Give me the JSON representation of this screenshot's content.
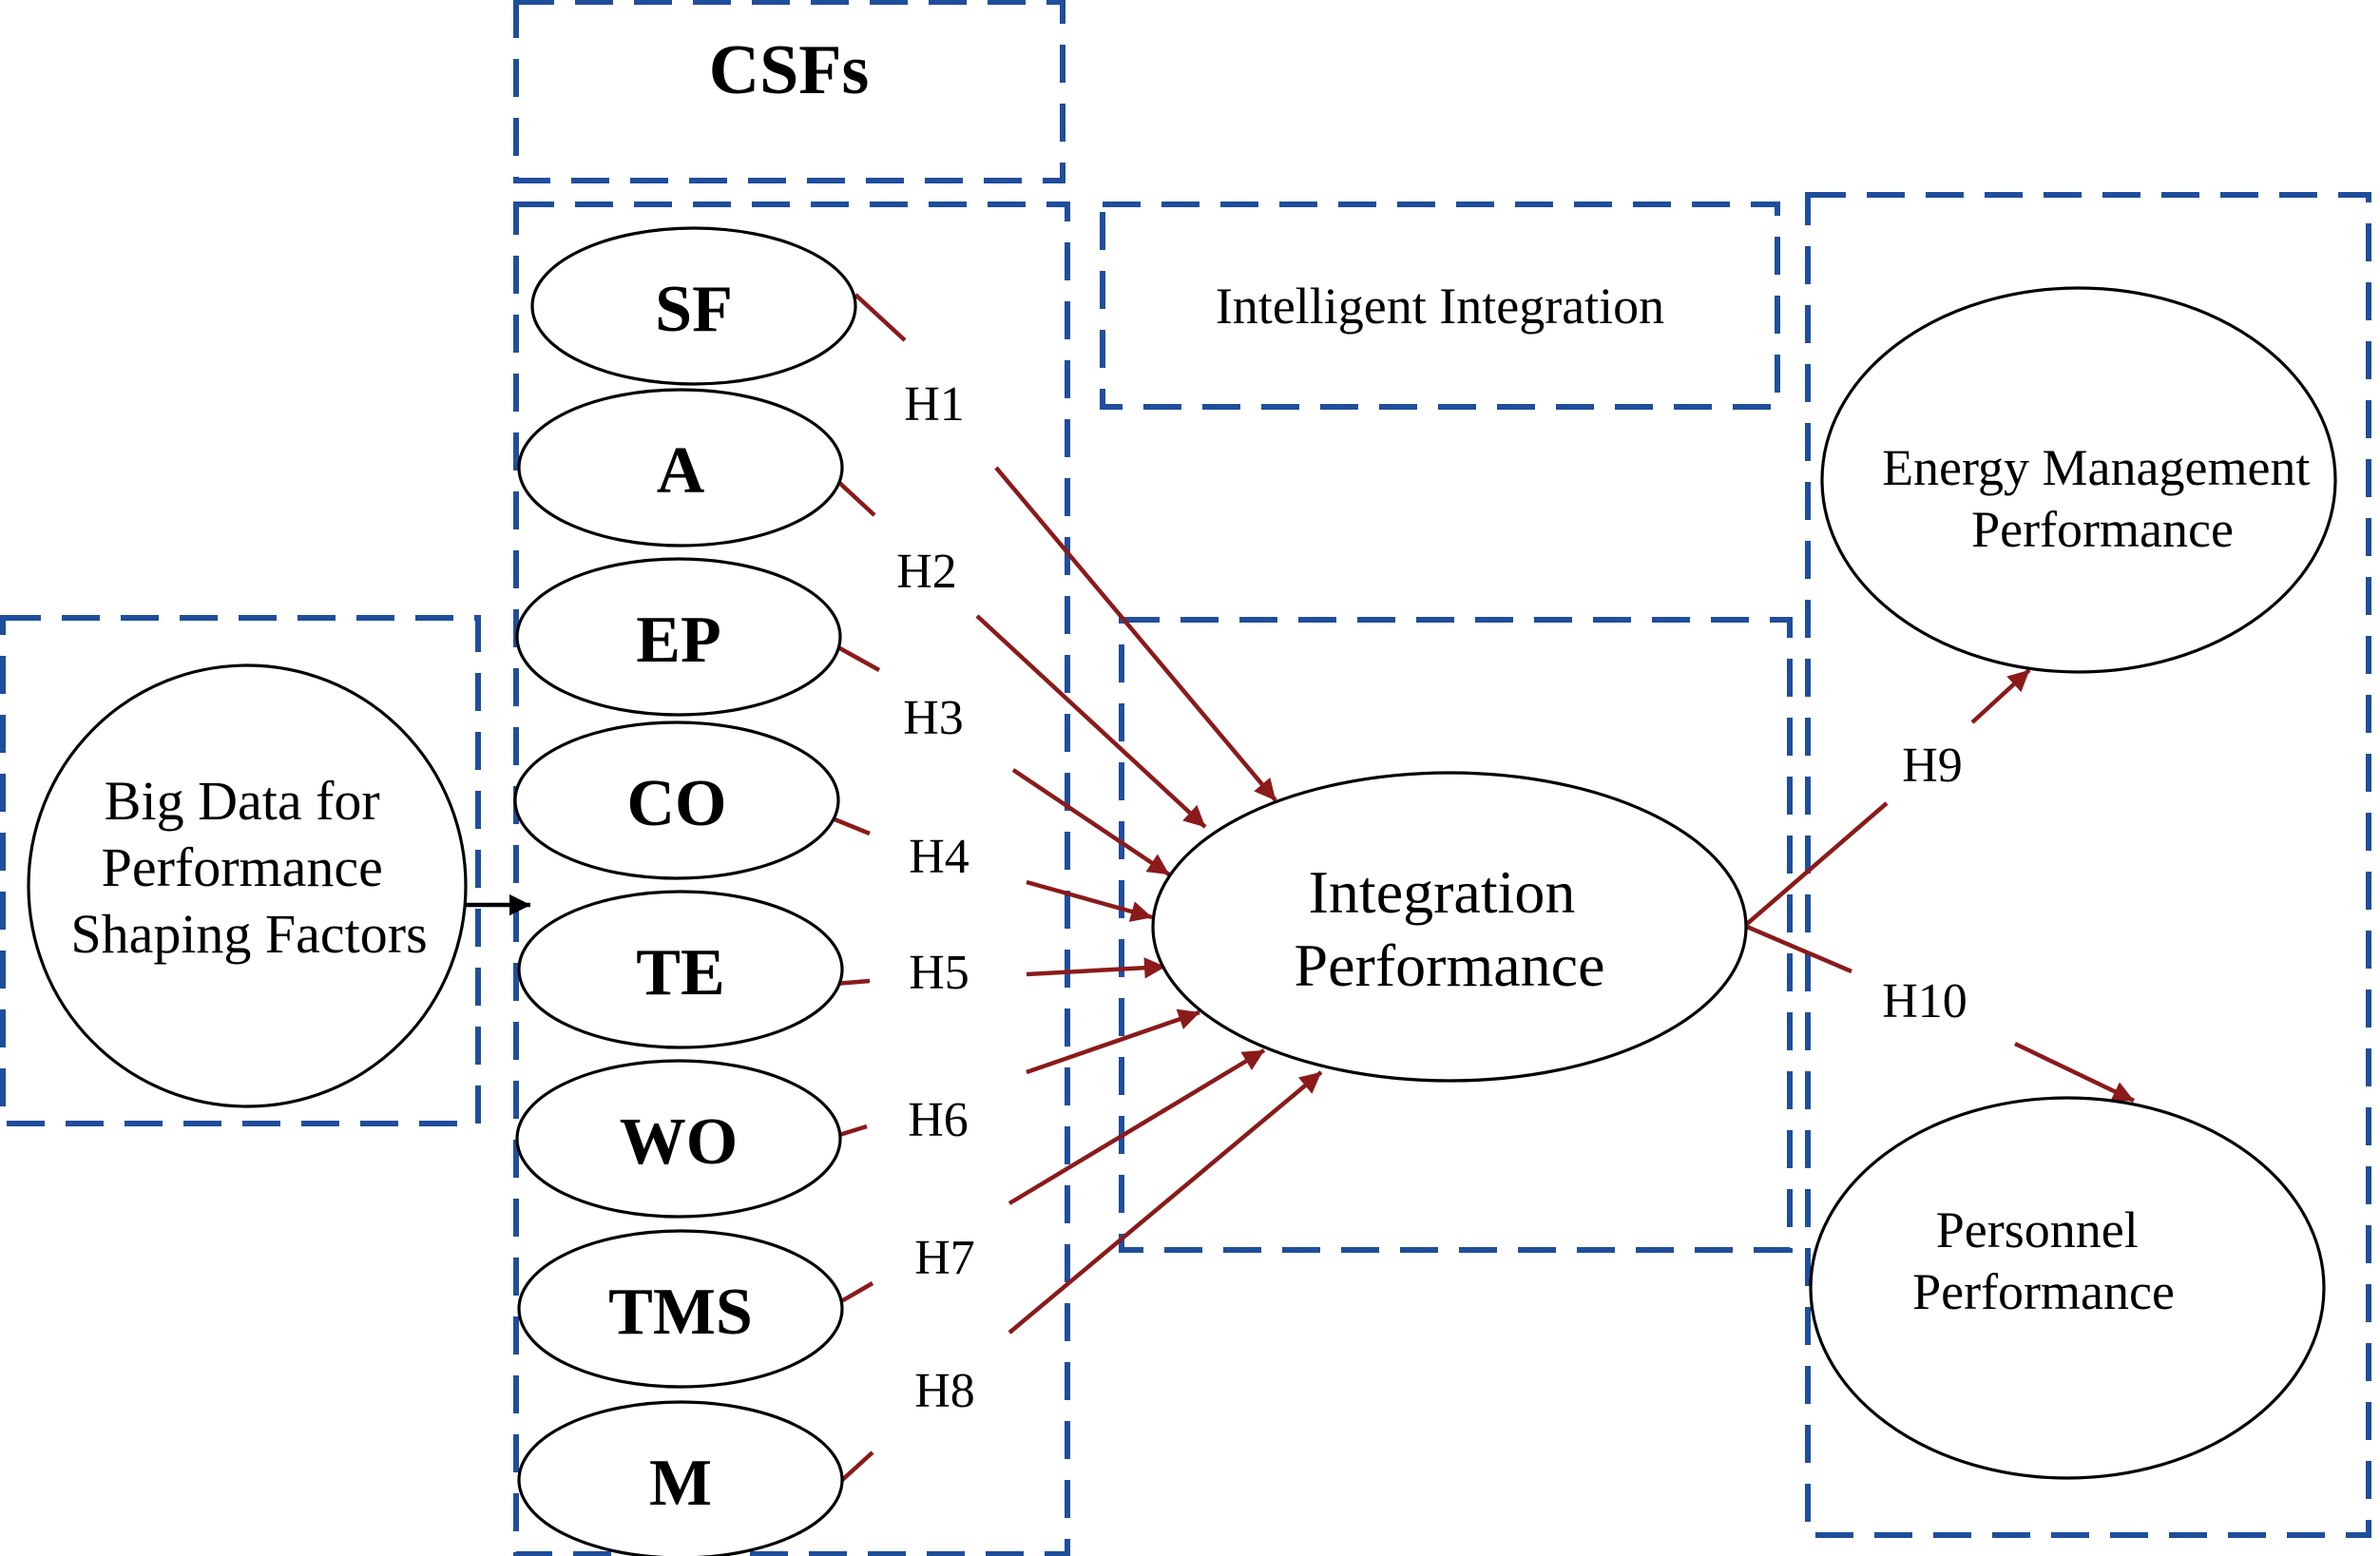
{
  "colors": {
    "frame": "#1f4e9c",
    "edge": "#8b1a1a",
    "node_stroke": "#000000",
    "background": "#ffffff"
  },
  "group_labels": {
    "csfs": "CSFs",
    "intelligent_integration": "Intelligent Integration"
  },
  "nodes": {
    "big_data": [
      "Big Data for",
      "Performance",
      "Shaping Factors"
    ],
    "csf_factors": [
      "SF",
      "A",
      "EP",
      "CO",
      "TE",
      "WO",
      "TMS",
      "M"
    ],
    "integration": [
      "Integration",
      "Performance"
    ],
    "energy": [
      "Energy Management",
      "Performance"
    ],
    "personnel": [
      "Personnel",
      "Performance"
    ]
  },
  "hypotheses": [
    "H1",
    "H2",
    "H3",
    "H4",
    "H5",
    "H6",
    "H7",
    "H8",
    "H9",
    "H10"
  ]
}
